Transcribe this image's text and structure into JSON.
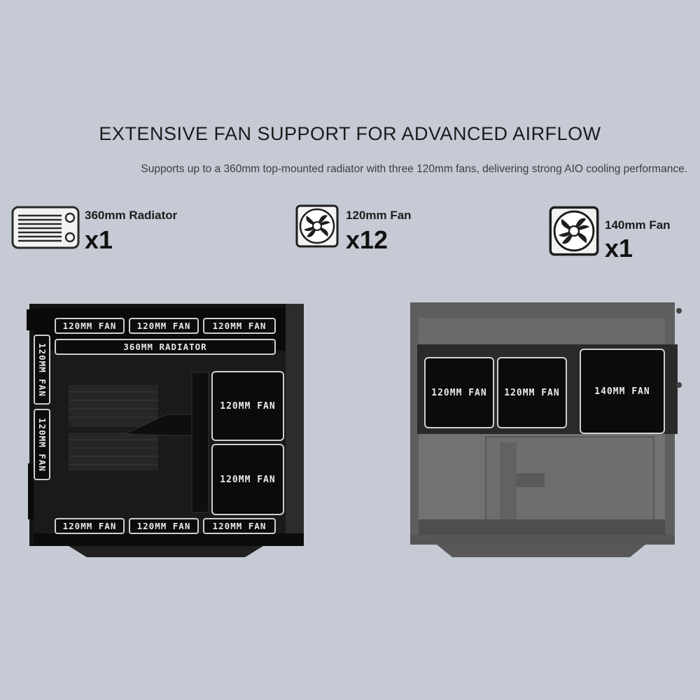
{
  "header": {
    "title": "EXTENSIVE FAN SUPPORT FOR ADVANCED AIRFLOW",
    "subtitle": "Supports up to a 360mm top-mounted radiator with three 120mm fans, delivering strong AIO cooling performance."
  },
  "specs": [
    {
      "label": "360mm Radiator",
      "count": "x1",
      "icon": "radiator-icon"
    },
    {
      "label": "120mm Fan",
      "count": "x12",
      "icon": "fan-icon"
    },
    {
      "label": "140mm Fan",
      "count": "x1",
      "icon": "fan-icon"
    }
  ],
  "left_case": {
    "top_fans": [
      "120MM FAN",
      "120MM FAN",
      "120MM FAN"
    ],
    "radiator": "360MM RADIATOR",
    "side_fans": [
      "120MM FAN",
      "120MM FAN"
    ],
    "mid_fans": [
      "120MM FAN",
      "120MM FAN"
    ],
    "bottom_fans": [
      "120MM FAN",
      "120MM FAN",
      "120MM FAN"
    ]
  },
  "right_case": {
    "fans": [
      "120MM FAN",
      "120MM FAN",
      "140MM FAN"
    ]
  },
  "colors": {
    "background": "#c6cad5",
    "case_black": "#0d0d0d",
    "case_gray": "#5a5a5a",
    "tag_border": "#cfcfcf"
  }
}
